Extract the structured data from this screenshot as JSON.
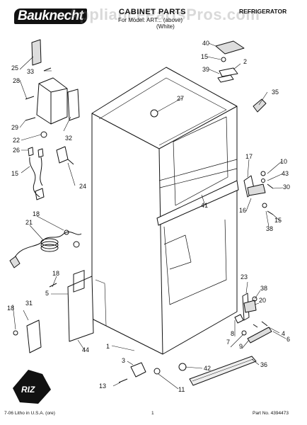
{
  "header": {
    "brand": "Bauknecht",
    "title": "CABINET PARTS",
    "model_line": "For Model: ART... (above)",
    "color_line": "(White)",
    "category": "REFRIGERATOR",
    "watermark": "AppliancePartsPros.com"
  },
  "footer": {
    "left": "7-06 Litho in U.S.A. (ore)",
    "page": "1",
    "part_no": "Part No. 4394473"
  },
  "stamp_text": "RIZ",
  "callouts": [
    "40",
    "15",
    "2",
    "39",
    "25",
    "33",
    "28",
    "27",
    "35",
    "29",
    "22",
    "26",
    "32",
    "17",
    "10",
    "43",
    "15",
    "30",
    "24",
    "41",
    "16",
    "15",
    "38",
    "18",
    "21",
    "18",
    "5",
    "23",
    "38",
    "20",
    "18",
    "31",
    "8",
    "7",
    "9",
    "4",
    "6",
    "1",
    "44",
    "42",
    "36",
    "3",
    "13",
    "11"
  ]
}
